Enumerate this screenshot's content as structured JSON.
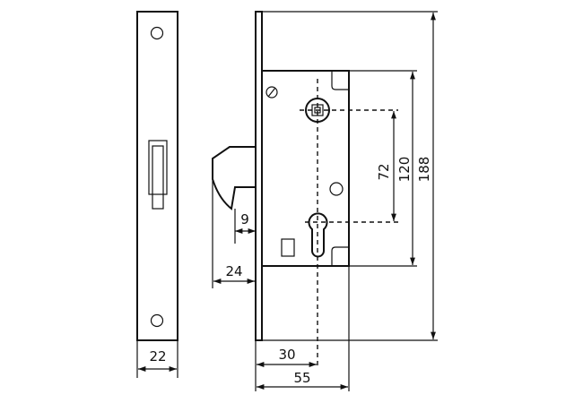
{
  "title": "Hook-bolt mortise lock dimension drawing",
  "dimensions": {
    "faceplate_width": "22",
    "backset": "30",
    "body_depth": "55",
    "hook_throw": "24",
    "hook_gap": "9",
    "spindle_to_cylinder": "72",
    "body_height": "120",
    "faceplate_height": "188"
  },
  "colors": {
    "line": "#111111",
    "background": "#ffffff"
  }
}
